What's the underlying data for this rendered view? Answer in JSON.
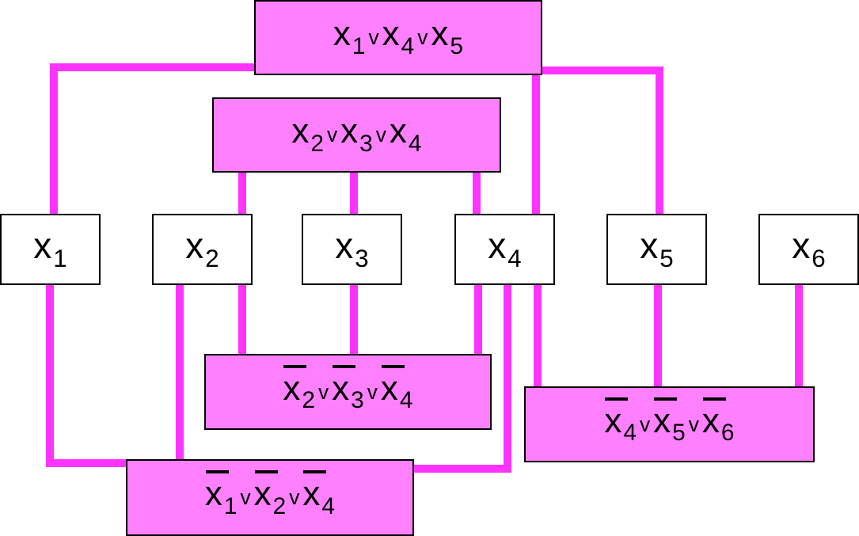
{
  "colors": {
    "wire": "#ff33ff",
    "clause_fill": "#ff80ff",
    "variable_fill": "#ffffff",
    "border": "#000000"
  },
  "variables": [
    {
      "id": "x1",
      "letter": "x",
      "sub": "1"
    },
    {
      "id": "x2",
      "letter": "x",
      "sub": "2"
    },
    {
      "id": "x3",
      "letter": "x",
      "sub": "3"
    },
    {
      "id": "x4",
      "letter": "x",
      "sub": "4"
    },
    {
      "id": "x5",
      "letter": "x",
      "sub": "5"
    },
    {
      "id": "x6",
      "letter": "x",
      "sub": "6"
    }
  ],
  "operator_symbol": "v",
  "clauses": [
    {
      "id": "c1",
      "literals": [
        {
          "letter": "x",
          "sub": "1",
          "negated": false
        },
        {
          "letter": "x",
          "sub": "4",
          "negated": false
        },
        {
          "letter": "x",
          "sub": "5",
          "negated": false
        }
      ]
    },
    {
      "id": "c2",
      "literals": [
        {
          "letter": "x",
          "sub": "2",
          "negated": false
        },
        {
          "letter": "x",
          "sub": "3",
          "negated": false
        },
        {
          "letter": "x",
          "sub": "4",
          "negated": false
        }
      ]
    },
    {
      "id": "c3",
      "literals": [
        {
          "letter": "x",
          "sub": "2",
          "negated": true
        },
        {
          "letter": "x",
          "sub": "3",
          "negated": true
        },
        {
          "letter": "x",
          "sub": "4",
          "negated": true
        }
      ]
    },
    {
      "id": "c4",
      "literals": [
        {
          "letter": "x",
          "sub": "4",
          "negated": true
        },
        {
          "letter": "x",
          "sub": "5",
          "negated": true
        },
        {
          "letter": "x",
          "sub": "6",
          "negated": true
        }
      ]
    },
    {
      "id": "c5",
      "literals": [
        {
          "letter": "x",
          "sub": "1",
          "negated": true
        },
        {
          "letter": "x",
          "sub": "2",
          "negated": true
        },
        {
          "letter": "x",
          "sub": "4",
          "negated": true
        }
      ]
    }
  ]
}
